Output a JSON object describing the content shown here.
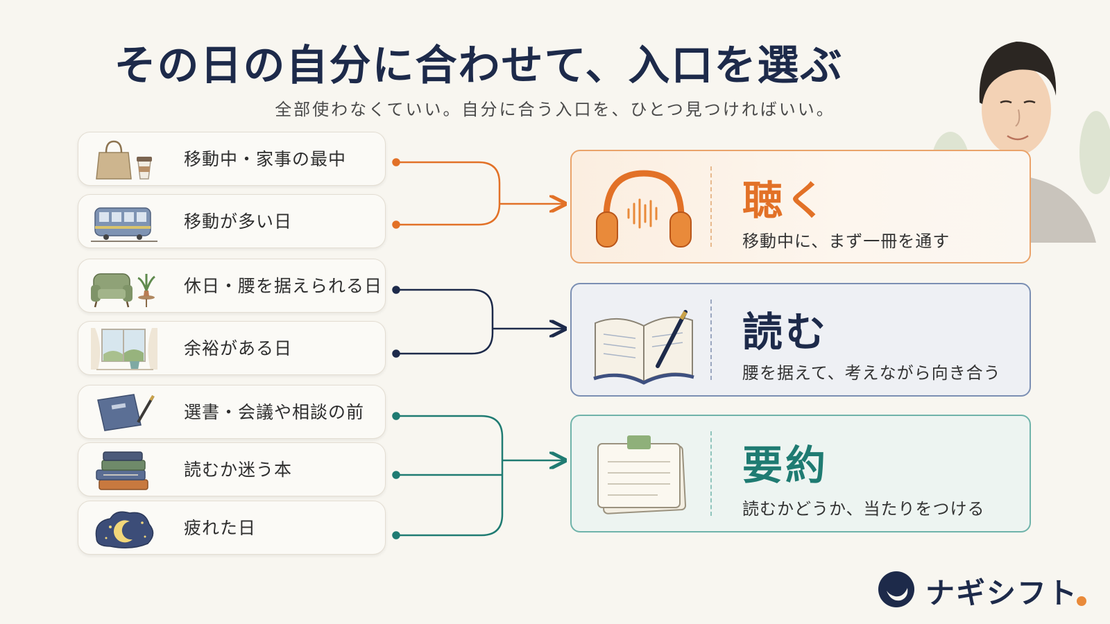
{
  "title": "その日の自分に合わせて、入口を選ぶ",
  "subtitle": "全部使わなくていい。自分に合う入口を、ひとつ見つければいい。",
  "situations": [
    {
      "label": "移動中・家事の最中",
      "icon": "bag-and-coffee-icon",
      "target": "listen"
    },
    {
      "label": "移動が多い日",
      "icon": "train-icon",
      "target": "listen"
    },
    {
      "label": "休日・腰を据えられる日",
      "icon": "armchair-icon",
      "target": "read"
    },
    {
      "label": "余裕がある日",
      "icon": "window-and-cup-icon",
      "target": "read"
    },
    {
      "label": "選書・会議や相談の前",
      "icon": "notebook-and-pen-icon",
      "target": "summary"
    },
    {
      "label": "読むか迷う本",
      "icon": "book-stack-icon",
      "target": "summary"
    },
    {
      "label": "疲れた日",
      "icon": "moon-icon",
      "target": "summary"
    }
  ],
  "modes": {
    "listen": {
      "title": "聴く",
      "desc": "移動中に、まず一冊を通す",
      "color": "#e27127",
      "icon": "headphones-icon"
    },
    "read": {
      "title": "読む",
      "desc": "腰を据えて、考えながら向き合う",
      "color": "#1d2a4a",
      "icon": "open-book-icon"
    },
    "summary": {
      "title": "要約",
      "desc": "読むかどうか、当たりをつける",
      "color": "#1f7b72",
      "icon": "summary-card-icon"
    }
  },
  "brand": {
    "name": "ナギシフト"
  }
}
